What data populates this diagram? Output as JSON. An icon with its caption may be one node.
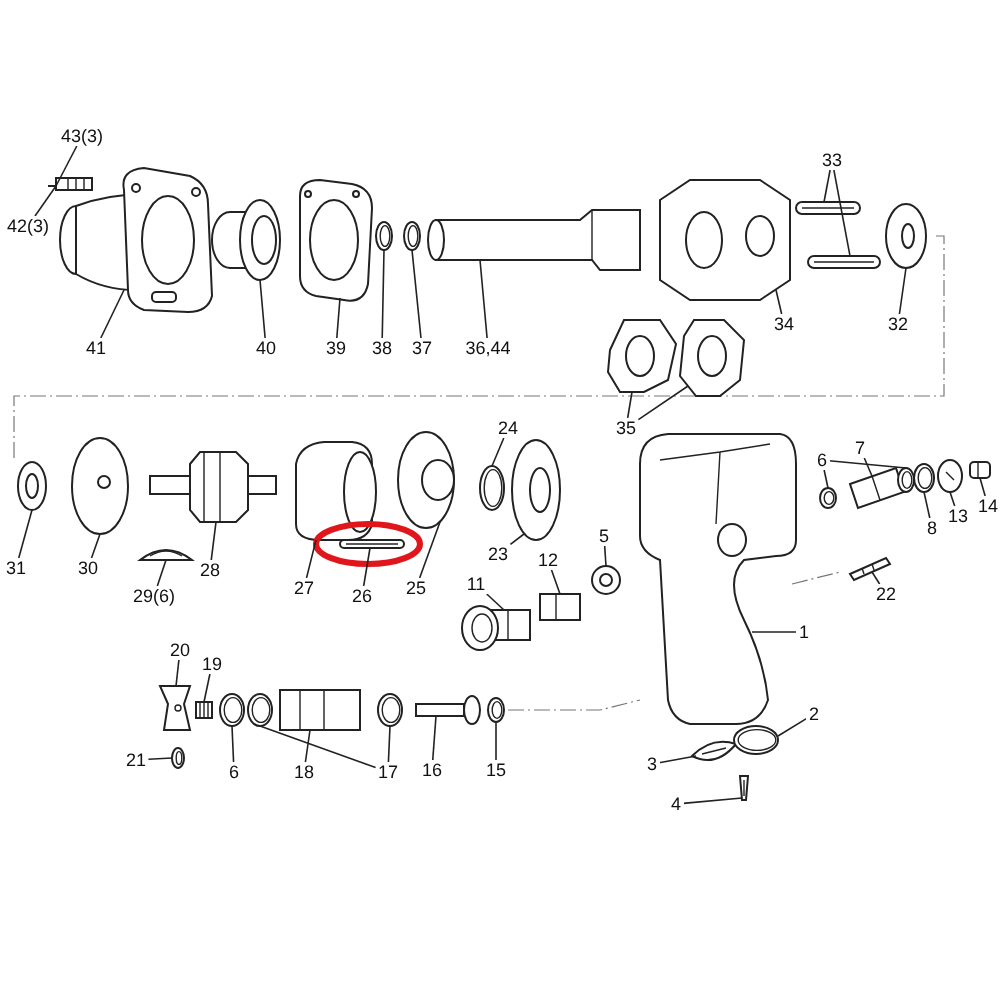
{
  "diagram": {
    "nodes": [
      {
        "text": [
          "43(3)"
        ]
      },
      {
        "text": [
          "42(3)"
        ]
      },
      {
        "text": [
          "41"
        ]
      },
      {
        "text": [
          "40"
        ]
      },
      {
        "text": [
          "39"
        ]
      },
      {
        "text": [
          "38"
        ]
      },
      {
        "text": [
          "37"
        ]
      },
      {
        "text": [
          "36,44"
        ]
      },
      {
        "text": [
          "33"
        ]
      },
      {
        "text": [
          "34"
        ]
      },
      {
        "text": [
          "32"
        ]
      },
      {
        "text": [
          "35"
        ]
      },
      {
        "text": [
          "31"
        ]
      },
      {
        "text": [
          "30"
        ]
      },
      {
        "text": [
          "28"
        ]
      },
      {
        "text": [
          "29(6)"
        ]
      },
      {
        "text": [
          "27"
        ]
      },
      {
        "text": [
          "26"
        ]
      },
      {
        "text": [
          "25"
        ]
      },
      {
        "text": [
          "24"
        ]
      },
      {
        "text": [
          "23"
        ]
      },
      {
        "text": [
          "6"
        ]
      },
      {
        "text": [
          "7"
        ]
      },
      {
        "text": [
          "8"
        ]
      },
      {
        "text": [
          "13"
        ]
      },
      {
        "text": [
          "14"
        ]
      },
      {
        "text": [
          "11"
        ]
      },
      {
        "text": [
          "12"
        ]
      },
      {
        "text": [
          "5"
        ]
      },
      {
        "text": [
          "22"
        ]
      },
      {
        "text": [
          "1"
        ]
      },
      {
        "text": [
          "20"
        ]
      },
      {
        "text": [
          "19"
        ]
      },
      {
        "text": [
          "21"
        ]
      },
      {
        "text": [
          "6"
        ]
      },
      {
        "text": [
          "18"
        ]
      },
      {
        "text": [
          "17"
        ]
      },
      {
        "text": [
          "16"
        ]
      },
      {
        "text": [
          "15"
        ]
      },
      {
        "text": [
          "2"
        ]
      },
      {
        "text": [
          "3"
        ]
      },
      {
        "text": [
          "4"
        ]
      },
      {
        "text": [],
        "shape": "picture"
      },
      {
        "text": [],
        "shape": "picture"
      },
      {
        "text": [],
        "shape": "picture"
      },
      {
        "text": [],
        "shape": "picture"
      },
      {
        "text": [],
        "shape": "picture"
      },
      {
        "text": [],
        "shape": "picture"
      },
      {
        "text": [],
        "shape": "picture"
      },
      {
        "text": [],
        "shape": "picture"
      },
      {
        "text": [],
        "shape": "picture"
      },
      {
        "text": [],
        "shape": "picture"
      },
      {
        "text": [],
        "shape": "picture"
      },
      {
        "text": [],
        "shape": "picture"
      },
      {
        "text": [],
        "shape": "picture"
      },
      {
        "text": [],
        "shape": "picture"
      },
      {
        "text": [],
        "shape": "picture"
      },
      {
        "text": [],
        "shape": "picture"
      },
      {
        "text": [],
        "shape": "picture"
      },
      {
        "text": [],
        "shape": "picture"
      },
      {
        "text": [],
        "shape": "picture"
      },
      {
        "text": [],
        "shape": "picture"
      },
      {
        "text": [],
        "shape": "picture"
      },
      {
        "text": [],
        "shape": "picture"
      },
      {
        "text": [],
        "shape": "picture"
      },
      {
        "text": [],
        "shape": "picture"
      },
      {
        "text": [],
        "shape": "picture"
      },
      {
        "text": [],
        "shape": "picture"
      },
      {
        "text": [],
        "shape": "picture"
      },
      {
        "text": [],
        "shape": "picture"
      },
      {
        "text": [],
        "shape": "picture"
      },
      {
        "text": [],
        "shape": "picture"
      },
      {
        "text": [],
        "shape": "picture"
      },
      {
        "text": [],
        "shape": "picture"
      },
      {
        "text": [],
        "shape": "picture"
      },
      {
        "text": [],
        "shape": "picture"
      },
      {
        "text": [],
        "shape": "picture"
      },
      {
        "text": [],
        "shape": "picture"
      },
      {
        "text": [],
        "shape": "picture"
      },
      {
        "text": [],
        "shape": "picture"
      },
      {
        "text": [],
        "shape": "picture"
      },
      {
        "text": [],
        "shape": "picture"
      },
      {
        "text": [],
        "shape": "picture"
      },
      {
        "text": [],
        "shape": "picture"
      },
      {
        "text": [],
        "shape": "picture"
      },
      {
        "text": [],
        "shape": "picture"
      },
      {
        "text": [],
        "shape": "picture"
      }
    ],
    "edges": [
      {
        "from": 0,
        "to": 42,
        "arrow": "none"
      },
      {
        "from": 1,
        "to": 42,
        "arrow": "none"
      },
      {
        "from": 2,
        "to": 43,
        "arrow": "none"
      },
      {
        "from": 3,
        "to": 44,
        "arrow": "none"
      },
      {
        "from": 4,
        "to": 45,
        "arrow": "none"
      },
      {
        "from": 5,
        "to": 46,
        "arrow": "none"
      },
      {
        "from": 6,
        "to": 47,
        "arrow": "none"
      },
      {
        "from": 7,
        "to": 48,
        "arrow": "none"
      },
      {
        "from": 8,
        "to": 50,
        "arrow": "none"
      },
      {
        "from": 8,
        "to": 51,
        "arrow": "none"
      },
      {
        "from": 9,
        "to": 49,
        "arrow": "none"
      },
      {
        "from": 10,
        "to": 52,
        "arrow": "none"
      },
      {
        "from": 11,
        "to": 53,
        "arrow": "none"
      },
      {
        "from": 11,
        "to": 54,
        "arrow": "none"
      },
      {
        "from": 12,
        "to": 55,
        "arrow": "none"
      },
      {
        "from": 13,
        "to": 56,
        "arrow": "none"
      },
      {
        "from": 14,
        "to": 57,
        "arrow": "none"
      },
      {
        "from": 15,
        "to": 58,
        "arrow": "none"
      },
      {
        "from": 16,
        "to": 59,
        "arrow": "none"
      },
      {
        "from": 17,
        "to": 60,
        "arrow": "none"
      },
      {
        "from": 18,
        "to": 61,
        "arrow": "none"
      },
      {
        "from": 19,
        "to": 62,
        "arrow": "none"
      },
      {
        "from": 20,
        "to": 63,
        "arrow": "none"
      },
      {
        "from": 21,
        "to": 65,
        "arrow": "none"
      },
      {
        "from": 21,
        "to": 67,
        "arrow": "none"
      },
      {
        "from": 22,
        "to": 66,
        "arrow": "none"
      },
      {
        "from": 23,
        "to": 68,
        "arrow": "none"
      },
      {
        "from": 24,
        "to": 69,
        "arrow": "none"
      },
      {
        "from": 25,
        "to": 70,
        "arrow": "none"
      },
      {
        "from": 26,
        "to": 71,
        "arrow": "none"
      },
      {
        "from": 27,
        "to": 72,
        "arrow": "none"
      },
      {
        "from": 28,
        "to": 73,
        "arrow": "none"
      },
      {
        "from": 29,
        "to": 74,
        "arrow": "none"
      },
      {
        "from": 30,
        "to": 64,
        "arrow": "none"
      },
      {
        "from": 31,
        "to": 75,
        "arrow": "none"
      },
      {
        "from": 32,
        "to": 76,
        "arrow": "none"
      },
      {
        "from": 33,
        "to": 77,
        "arrow": "none"
      },
      {
        "from": 34,
        "to": 78,
        "arrow": "none"
      },
      {
        "from": 35,
        "to": 80,
        "arrow": "none"
      },
      {
        "from": 36,
        "to": 79,
        "arrow": "none"
      },
      {
        "from": 36,
        "to": 81,
        "arrow": "none"
      },
      {
        "from": 37,
        "to": 82,
        "arrow": "none"
      },
      {
        "from": 38,
        "to": 83,
        "arrow": "none"
      },
      {
        "from": 39,
        "to": 85,
        "arrow": "none"
      },
      {
        "from": 40,
        "to": 84,
        "arrow": "none"
      },
      {
        "from": 41,
        "to": 86,
        "arrow": "none"
      }
    ]
  }
}
